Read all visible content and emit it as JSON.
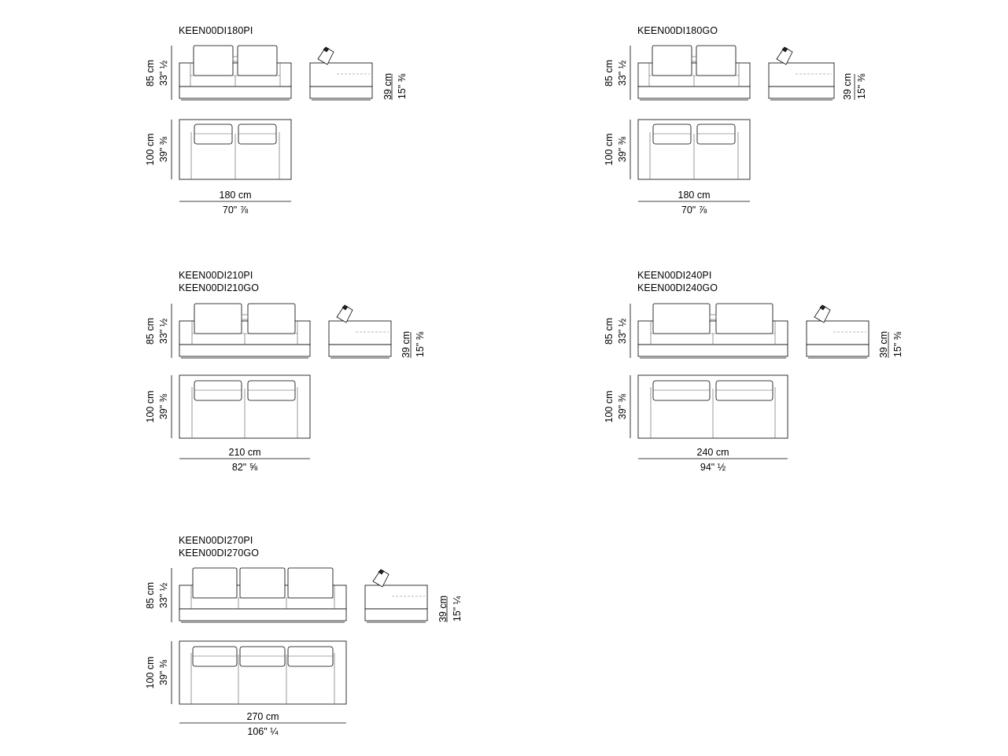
{
  "models": [
    {
      "id": "m180pi",
      "codes": [
        "KEEN00DI180PI"
      ],
      "height": {
        "cm": "85 cm",
        "in": "33\" ½"
      },
      "depth": {
        "cm": "100 cm",
        "in": "39\" ⅜"
      },
      "seat": {
        "cm": "39 cm",
        "in": "15\" ⅜"
      },
      "width": {
        "cm": "180 cm",
        "in": "70\" ⅞"
      }
    },
    {
      "id": "m180go",
      "codes": [
        "KEEN00DI180GO"
      ],
      "height": {
        "cm": "85 cm",
        "in": "33\" ½"
      },
      "depth": {
        "cm": "100 cm",
        "in": "39\" ⅜"
      },
      "seat": {
        "cm": "39 cm",
        "in": "15\" ⅜"
      },
      "width": {
        "cm": "180 cm",
        "in": "70\" ⅞"
      }
    },
    {
      "id": "m210",
      "codes": [
        "KEEN00DI210PI",
        "KEEN00DI210GO"
      ],
      "height": {
        "cm": "85 cm",
        "in": "33\" ½"
      },
      "depth": {
        "cm": "100 cm",
        "in": "39\" ⅜"
      },
      "seat": {
        "cm": "39 cm",
        "in": "15\" ⅜"
      },
      "width": {
        "cm": "210 cm",
        "in": "82\" ⅝"
      }
    },
    {
      "id": "m240",
      "codes": [
        "KEEN00DI240PI",
        "KEEN00DI240GO"
      ],
      "height": {
        "cm": "85 cm",
        "in": "33\" ½"
      },
      "depth": {
        "cm": "100 cm",
        "in": "39\" ⅜"
      },
      "seat": {
        "cm": "39 cm",
        "in": "15\" ⅜"
      },
      "width": {
        "cm": "240 cm",
        "in": "94\" ½"
      }
    },
    {
      "id": "m270",
      "codes": [
        "KEEN00DI270PI",
        "KEEN00DI270GO"
      ],
      "height": {
        "cm": "85 cm",
        "in": "33\" ½"
      },
      "depth": {
        "cm": "100 cm",
        "in": "39\" ⅜"
      },
      "seat": {
        "cm": "39 cm",
        "in": "15\" ¼"
      },
      "width": {
        "cm": "270 cm",
        "in": "106\" ¼"
      }
    }
  ]
}
